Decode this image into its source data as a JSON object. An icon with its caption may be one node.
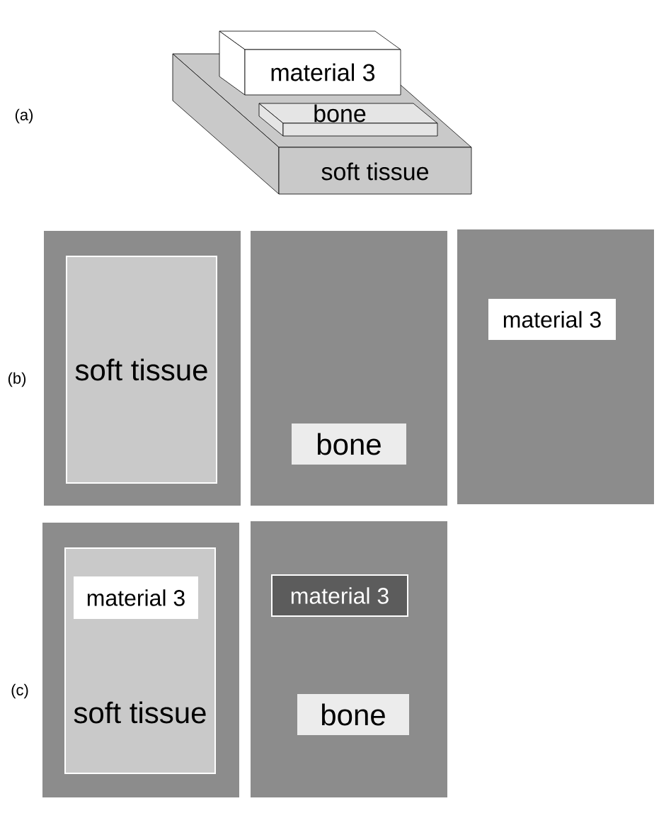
{
  "diagram": {
    "nodes": [
      {
        "text": [
          "material 3"
        ]
      },
      {
        "text": [
          "bone"
        ],
        "in": 2
      },
      {
        "text": [
          "soft tissue"
        ]
      },
      {
        "text": [],
        "shape": "box"
      },
      {
        "text": [
          "soft tissue"
        ],
        "in": 3
      },
      {
        "text": [],
        "shape": "box"
      },
      {
        "text": [
          "bone"
        ],
        "in": 5
      },
      {
        "text": [],
        "shape": "box"
      },
      {
        "text": [
          "material 3"
        ],
        "in": 7
      },
      {
        "text": [],
        "shape": "box"
      },
      {
        "text": [
          "soft tissue"
        ],
        "in": 9
      },
      {
        "text": [
          "material 3"
        ],
        "in": 10
      },
      {
        "text": [],
        "shape": "box"
      },
      {
        "text": [
          "material 3"
        ],
        "in": 12
      },
      {
        "text": [
          "bone"
        ],
        "in": 12
      }
    ],
    "edges": [],
    "labels": [
      "(a)",
      "(b)",
      "(c)"
    ]
  }
}
